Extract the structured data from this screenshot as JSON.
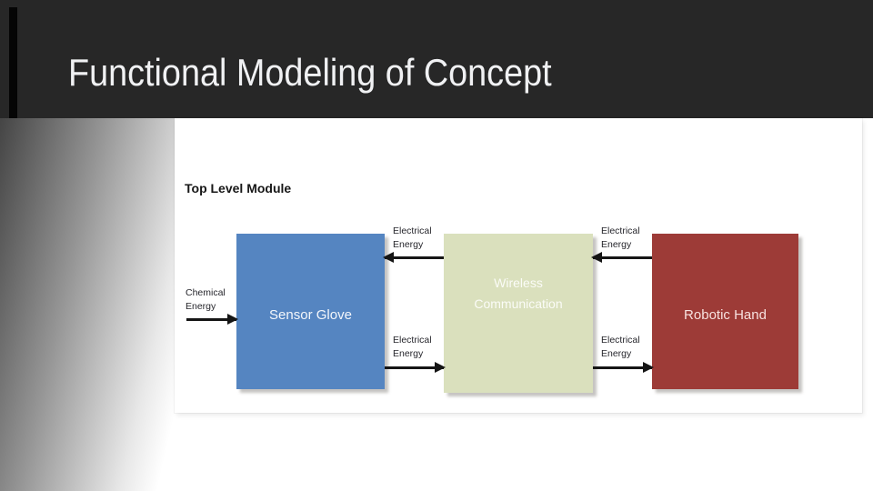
{
  "slide": {
    "title": "Functional Modeling of Concept"
  },
  "diagram": {
    "heading": "Top Level Module",
    "modules": [
      {
        "label": "Sensor Glove",
        "color": "#5585c1"
      },
      {
        "label": "Wireless Communication",
        "color": "#dae0bd"
      },
      {
        "label": "Robotic Hand",
        "color": "#9d3b37"
      }
    ],
    "flows": [
      {
        "label": "Electrical Energy",
        "from": "Wireless Communication",
        "to": "Sensor Glove",
        "direction": "left"
      },
      {
        "label": "Electrical Energy",
        "from": "Robotic Hand",
        "to": "Wireless Communication",
        "direction": "left"
      },
      {
        "label": "Electrical Energy",
        "from": "Sensor Glove",
        "to": "Wireless Communication",
        "direction": "right"
      },
      {
        "label": "Electrical Energy",
        "from": "Wireless Communication",
        "to": "Robotic Hand",
        "direction": "right"
      },
      {
        "label": "Chemical Energy",
        "from": "external",
        "to": "Sensor Glove",
        "direction": "right"
      }
    ],
    "arrow_color": "#151515"
  },
  "theme": {
    "header_bg": "#272727",
    "accent_bar": "#050505",
    "title_color": "#f0f1f3",
    "slide_bg": "#ffffff"
  }
}
